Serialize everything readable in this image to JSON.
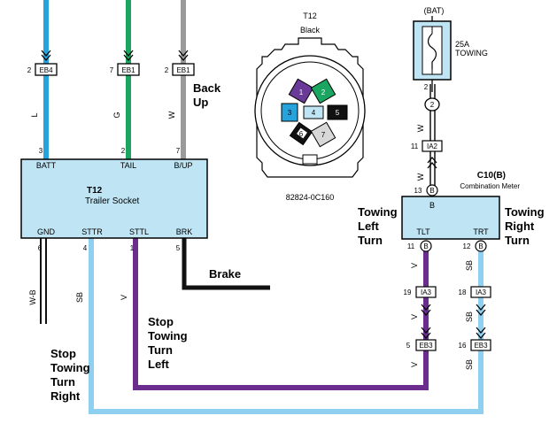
{
  "colors": {
    "blue_wire": "#27a3dc",
    "green_wire": "#1aa560",
    "gray_wire": "#9a9a9a",
    "light_blue_wire": "#8fd0f0",
    "purple_wire": "#6a2d8e",
    "black_wire": "#111111",
    "box_fill": "#bfe5f5",
    "socket_purple": "#6a3a98",
    "socket_green": "#1aa560",
    "socket_blue": "#27a3dc"
  },
  "trailer_socket": {
    "id": "T12",
    "name": "Trailer Socket",
    "top_pins": [
      {
        "conn": "EB4",
        "conn_pin": "2",
        "wire": "L",
        "pin": "3",
        "label": "BATT"
      },
      {
        "conn": "EB1",
        "conn_pin": "7",
        "wire": "G",
        "pin": "2",
        "label": "TAIL"
      },
      {
        "conn": "EB1",
        "conn_pin": "2",
        "wire": "W",
        "pin": "7",
        "label": "B/UP"
      }
    ],
    "bottom_pins": [
      {
        "pin": "6",
        "label": "GND",
        "wire": "W-B"
      },
      {
        "pin": "4",
        "label": "STTR",
        "wire": "SB"
      },
      {
        "pin": "1",
        "label": "STTL",
        "wire": "V"
      },
      {
        "pin": "5",
        "label": "BRK",
        "wire": ""
      }
    ]
  },
  "connector_view": {
    "id": "T12",
    "color": "Black",
    "part_number": "82824-0C160",
    "pins": [
      "1",
      "2",
      "3",
      "4",
      "5",
      "6",
      "7"
    ]
  },
  "fuse": {
    "source": "(BAT)",
    "rating": "25A",
    "name": "TOWING"
  },
  "combination_meter": {
    "id": "C10(B)",
    "name": "Combination Meter",
    "b_pin": "13",
    "b_label": "B",
    "tlt_pin": "11",
    "tlt_label": "TLT",
    "trt_pin": "12",
    "trt_label": "TRT",
    "pin_letter": "B"
  },
  "meter_feed": {
    "splice": "2",
    "splice_pin": "2",
    "wire": "W",
    "ia2_pin": "11",
    "ia2": "IA2",
    "wire2": "W"
  },
  "left_turn_chain": {
    "wire": "V",
    "ia3_pin": "19",
    "ia3": "IA3",
    "eb3_pin": "5",
    "eb3": "EB3"
  },
  "right_turn_chain": {
    "wire": "SB",
    "ia3_pin": "18",
    "ia3": "IA3",
    "eb3_pin": "16",
    "eb3": "EB3"
  },
  "labels": {
    "back_up_1": "Back",
    "back_up_2": "Up",
    "brake": "Brake",
    "towing_left_turn": [
      "Towing",
      "Left",
      "Turn"
    ],
    "towing_right_turn": [
      "Towing",
      "Right",
      "Turn"
    ],
    "stop_towing_turn_left": [
      "Stop",
      "Towing",
      "Turn",
      "Left"
    ],
    "stop_towing_turn_right": [
      "Stop",
      "Towing",
      "Turn",
      "Right"
    ]
  }
}
